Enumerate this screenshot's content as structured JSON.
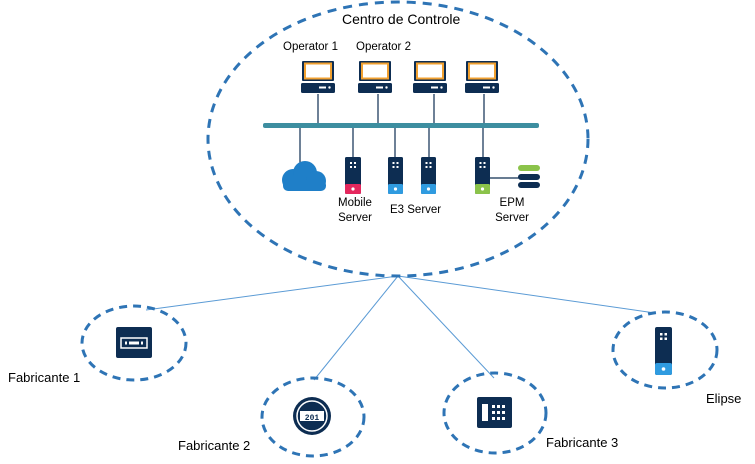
{
  "title": "Centro de Controle",
  "operators": [
    "Operator 1",
    "Operator 2"
  ],
  "servers": {
    "mobile": [
      "Mobile",
      "Server"
    ],
    "e3": "E3 Server",
    "epm": [
      "EPM",
      "Server"
    ]
  },
  "sites": {
    "fab1": "Fabricante 1",
    "fab2": "Fabricante 2",
    "fab3": "Fabricante 3",
    "elipse": "Elipse"
  },
  "meter_display": "201",
  "colors": {
    "dash": "#2e74b5",
    "line": "#5b9bd5",
    "navy": "#0d2d52",
    "bus": "#3d8ea0",
    "orange": "#f0a030",
    "cloud": "#1f7fc8",
    "pink": "#e5275d",
    "blue_led": "#2f9be0",
    "green": "#8bc34a"
  }
}
